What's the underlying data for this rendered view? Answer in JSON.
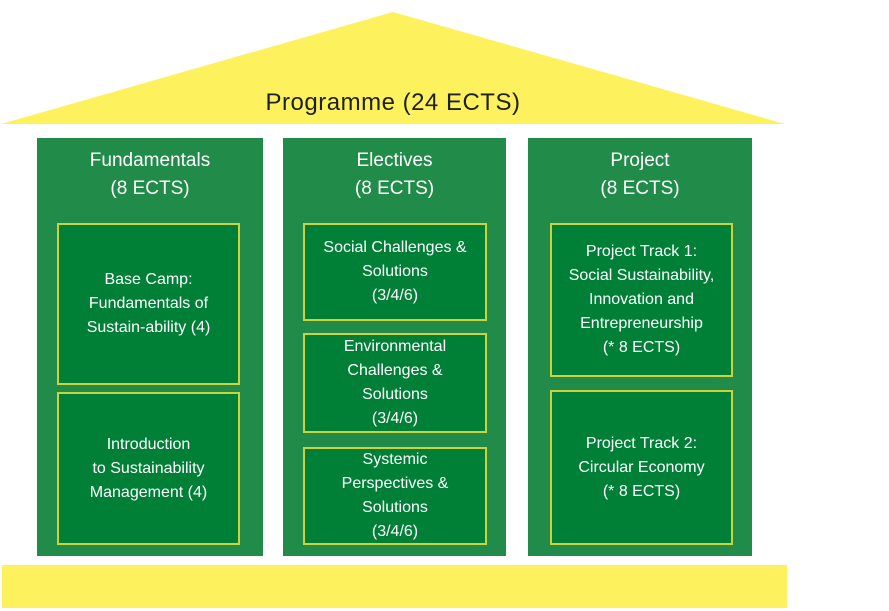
{
  "diagram": {
    "roof": {
      "label": "Programme (24 ECTS)"
    },
    "pillars": [
      {
        "id": "fundamentals",
        "title": "Fundamentals\n(8 ECTS)",
        "boxes": [
          "Base Camp:\nFundamentals of\nSustain-ability (4)",
          "Introduction\nto Sustainability\nManagement (4)"
        ]
      },
      {
        "id": "electives",
        "title": "Electives\n(8 ECTS)",
        "boxes": [
          "Social Challenges &\nSolutions\n(3/4/6)",
          "Environmental\nChallenges &\nSolutions\n(3/4/6)",
          "Systemic\nPerspectives &\nSolutions\n(3/4/6)"
        ]
      },
      {
        "id": "project",
        "title": "Project\n(8 ECTS)",
        "boxes": [
          "Project Track 1:\nSocial Sustainability,\nInnovation and\nEntrepreneurship\n(* 8 ECTS)",
          "Project Track 2:\nCircular Economy\n(* 8 ECTS)"
        ]
      }
    ],
    "colors": {
      "roof_yellow": "#fdf15e",
      "pillar_green": "#218c49",
      "box_green": "#008037",
      "box_border_yellow": "#ccd23a",
      "roof_text": "#1f1f1f",
      "pillar_text": "#ffffff"
    }
  }
}
